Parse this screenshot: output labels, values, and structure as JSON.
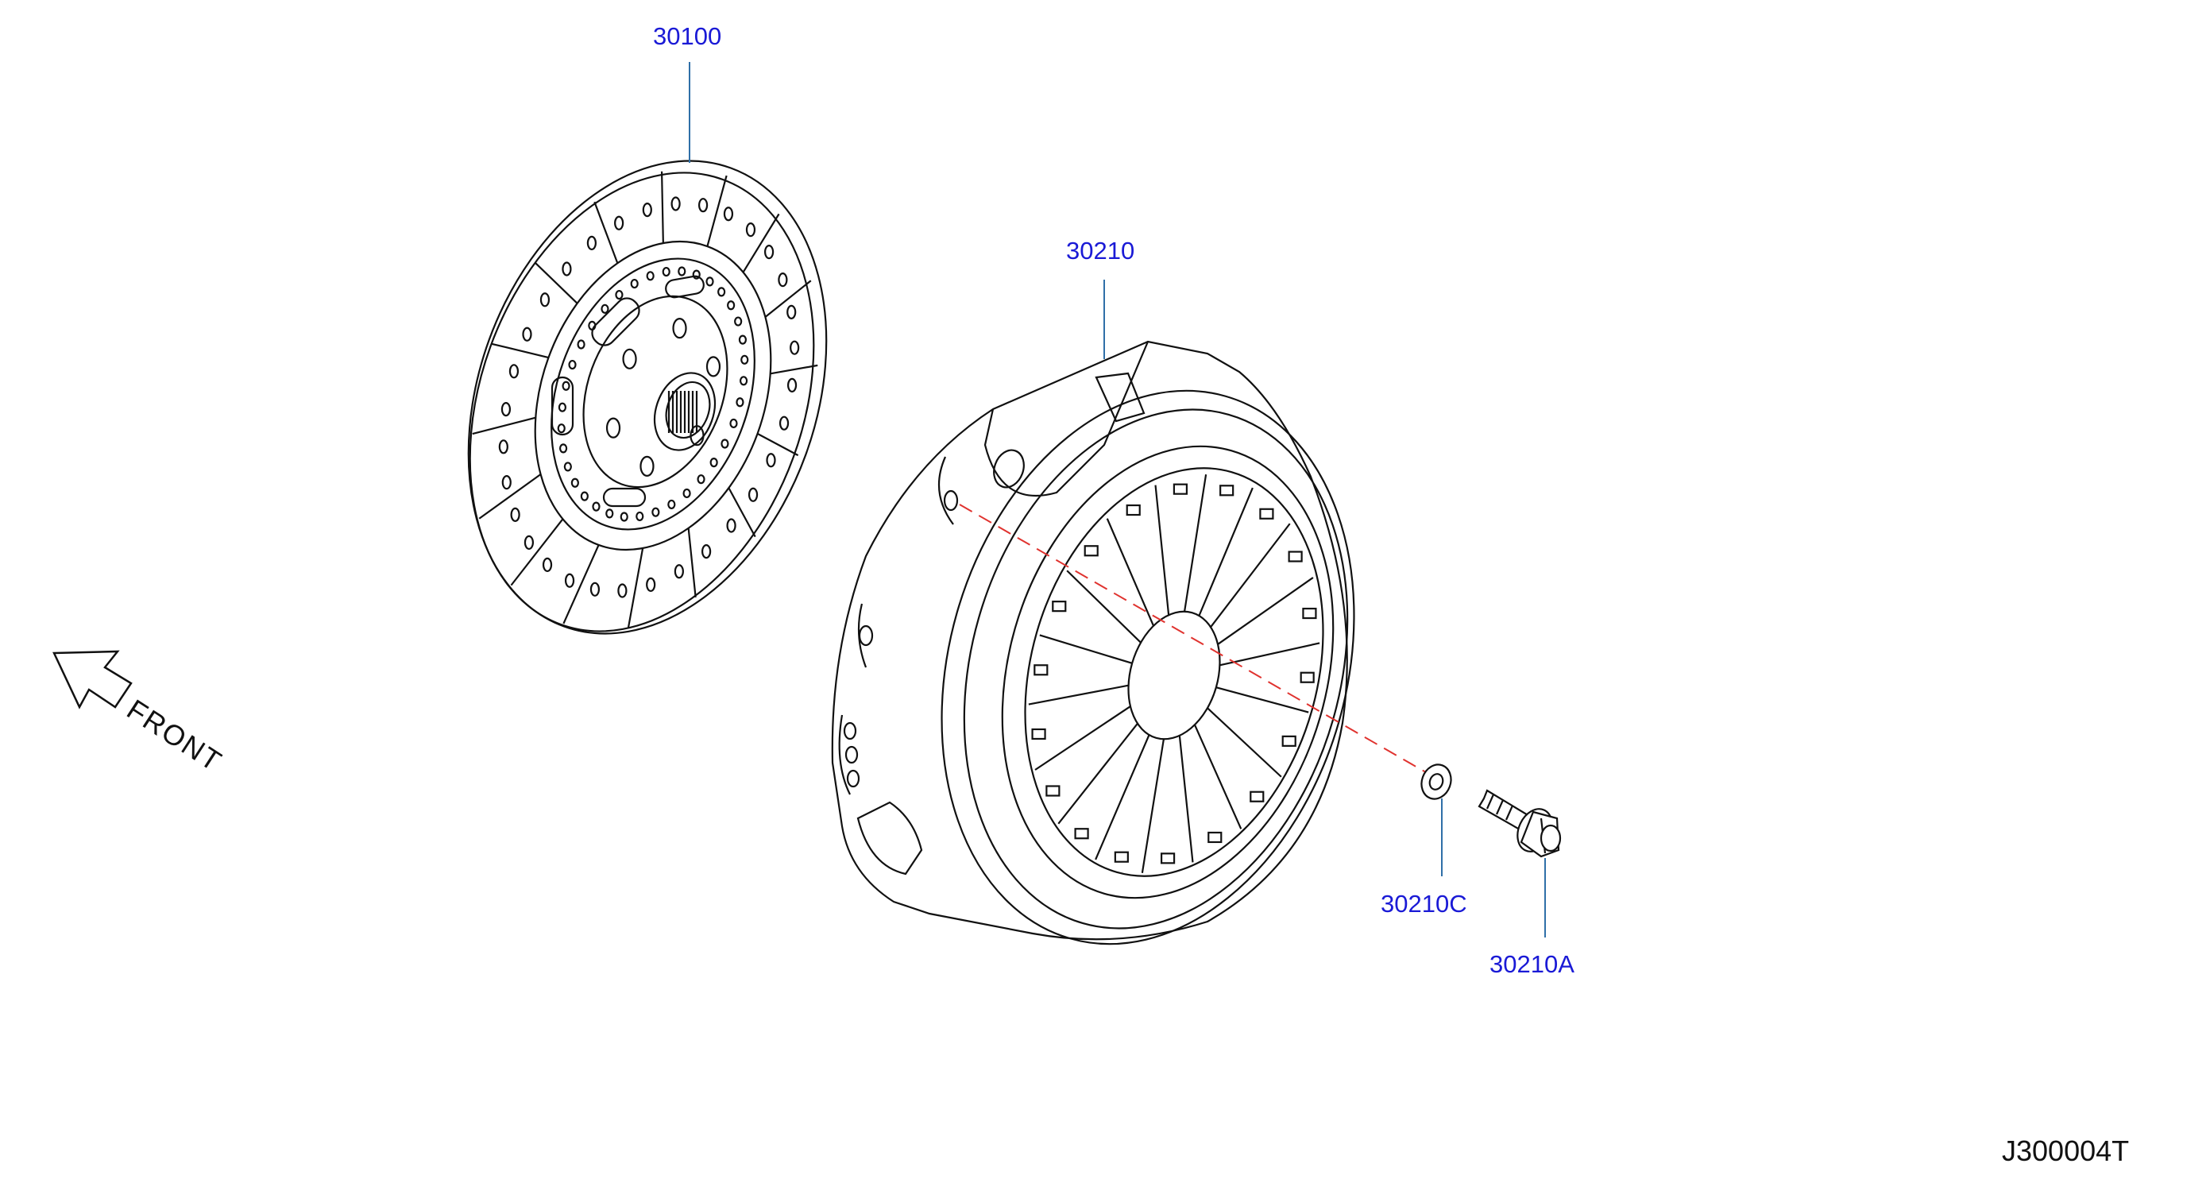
{
  "callouts": {
    "clutch_disc": "30100",
    "clutch_cover": "30210",
    "washer": "30210C",
    "bolt": "30210A"
  },
  "direction_label": "FRONT",
  "diagram_code": "J300004T",
  "colors": {
    "callout_text": "#1a1ad6",
    "leader_line": "#2f6fa8",
    "dash_line": "#e0332f",
    "drawing": "#111111"
  },
  "icons": {
    "arrow": "front-arrow-icon"
  }
}
